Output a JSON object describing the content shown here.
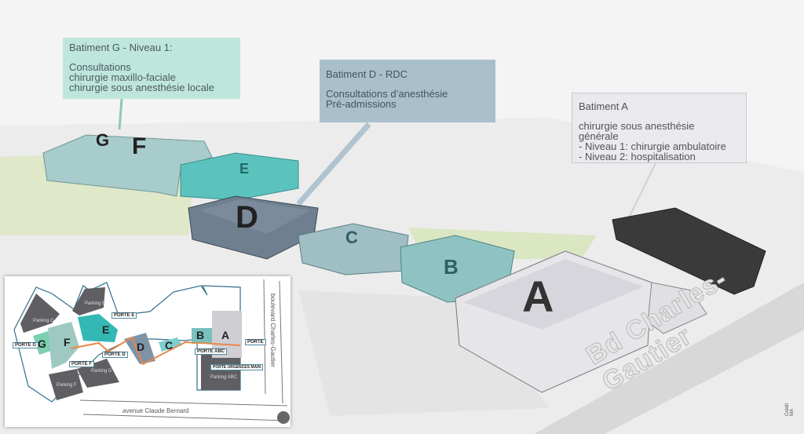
{
  "callouts": {
    "g": {
      "title": "Batiment G  -  Niveau 1:",
      "lines": [
        "Consultations",
        "chirurgie maxillo-faciale",
        "chirurgie sous anesthésie locale"
      ]
    },
    "d": {
      "title": "Batiment D  -  RDC",
      "lines": [
        "Consultations d’anesthésie",
        "Pré-admissions"
      ]
    },
    "a": {
      "title": "Batiment A",
      "lines": [
        "chirurgie sous anesthésie générale",
        "- Niveau 1: chirurgie ambulatoire",
        "- Niveau 2: hospitalisation"
      ]
    }
  },
  "buildings": {
    "g": "G",
    "f": "F",
    "e": "E",
    "d": "D",
    "c": "C",
    "b": "B",
    "a": "A"
  },
  "road_label": "Bd Charles-Gautier",
  "credit": "Crédit MA",
  "inset": {
    "buildings": {
      "g": "G",
      "f": "F",
      "e": "E",
      "d": "D",
      "c": "C",
      "b": "B",
      "a": "A"
    },
    "parkings": {
      "e": "Parking E",
      "g": "Parking G",
      "d": "Parking D",
      "f": "Parking F",
      "abc": "Parking ABC"
    },
    "doors": {
      "g": "PORTE G",
      "f": "PORTE F",
      "e": "PORTE E",
      "d": "PORTE D",
      "abc": "PORTE ABC",
      "urgences": "PORTE URGENCES MAIN",
      "porte": "PORTE"
    },
    "streets": {
      "avenue": "avenue Claude Bernard",
      "boulevard": "boulevard Charles-Gautier"
    },
    "colors": {
      "route": "#e8884a",
      "outline": "#2f6f8f",
      "parking": "#5f5f63"
    }
  }
}
